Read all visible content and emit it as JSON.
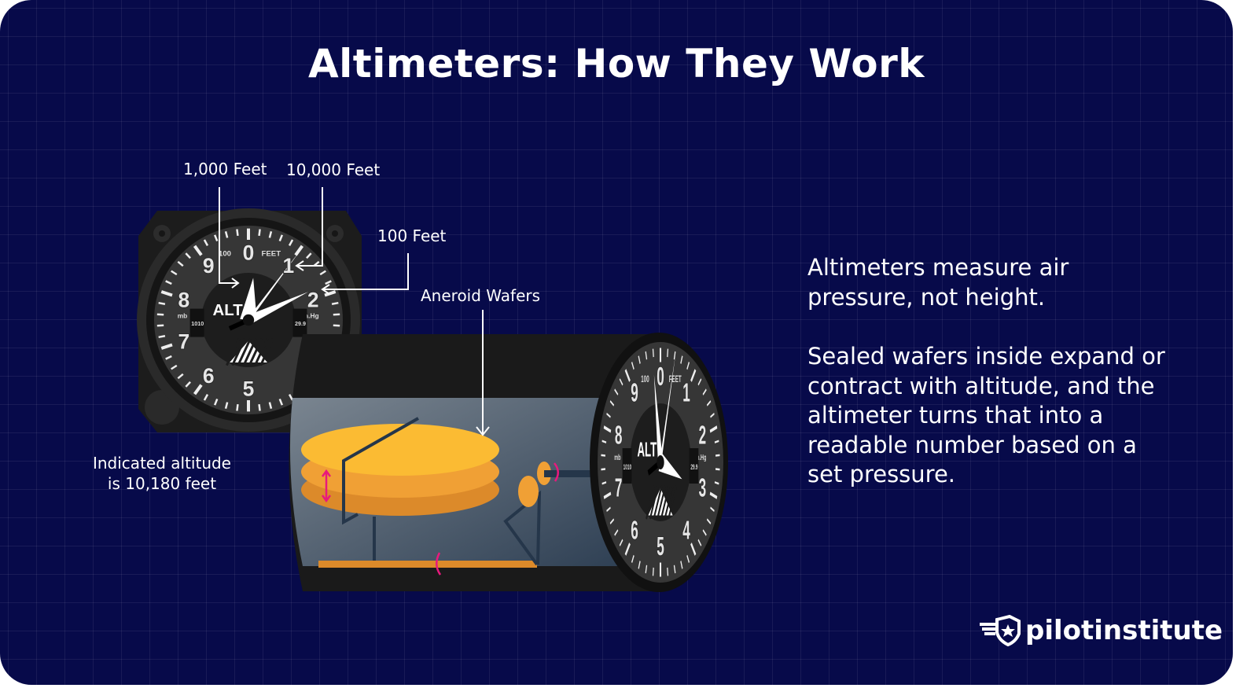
{
  "title": "Altimeters: How They Work",
  "labels": {
    "thousand": "1,000 Feet",
    "ten_thousand": "10,000 Feet",
    "hundred": "100 Feet",
    "aneroid": "Aneroid Wafers",
    "indicated_line1": "Indicated altitude",
    "indicated_line2": "is 10,180 feet"
  },
  "explanation": [
    "Altimeters measure air pressure, not height.",
    "Sealed wafers inside expand or contract with altitude, and the altimeter turns that into a readable number based on a set pressure."
  ],
  "dial": {
    "numbers": [
      "0",
      "1",
      "2",
      "3",
      "4",
      "5",
      "6",
      "7",
      "8",
      "9"
    ],
    "alt": "ALT",
    "feet": "FEET",
    "hundred": "100",
    "mb": "mb",
    "inhg": "in.Hg",
    "mb_value": "1010",
    "inhg_value": "29.9"
  },
  "left_gauge_reading_ft": 10180,
  "logo": {
    "text": "pilotinstitute",
    "icon": "winged-star-shield-icon"
  },
  "colors": {
    "background": "#070a4a",
    "wafer_top": "#fbbb33",
    "wafer_mid": "#f0a035",
    "wafer_bottom": "#dc8a2a",
    "motion_arrows": "#e8197d"
  }
}
